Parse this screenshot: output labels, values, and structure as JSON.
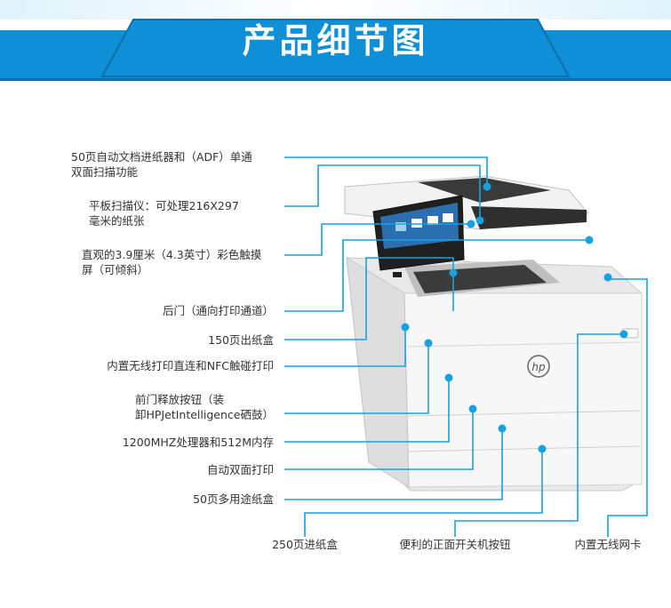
{
  "banner": {
    "title": "产品细节图",
    "color": "#0f8fd6",
    "line_color": "#16a2e0"
  },
  "callouts": {
    "adf": [
      "50页自动文档进纸器和（ADF）单通",
      "双面扫描功能"
    ],
    "flatbed": [
      "平板扫描仪：可处理216X297",
      "毫米的纸张"
    ],
    "touchscreen": [
      "直观的3.9厘米（4.3英寸）彩色触摸",
      "屏（可倾斜）"
    ],
    "rear_door": "后门（通向打印通道）",
    "output_tray": "150页出纸盒",
    "wireless_nfc": "内置无线打印直连和NFC触碰打印",
    "front_door": [
      "前门释放按钮（装",
      "卸HPJetIntelligence硒鼓）"
    ],
    "processor": "1200MHZ处理器和512M内存",
    "duplex": "自动双面打印",
    "mp_tray": "50页多用途纸盒",
    "input_tray": "250页进纸盒",
    "power_button": "便利的正面开关机按钮",
    "wireless_card": "内置无线网卡"
  },
  "logo_text": "hp"
}
